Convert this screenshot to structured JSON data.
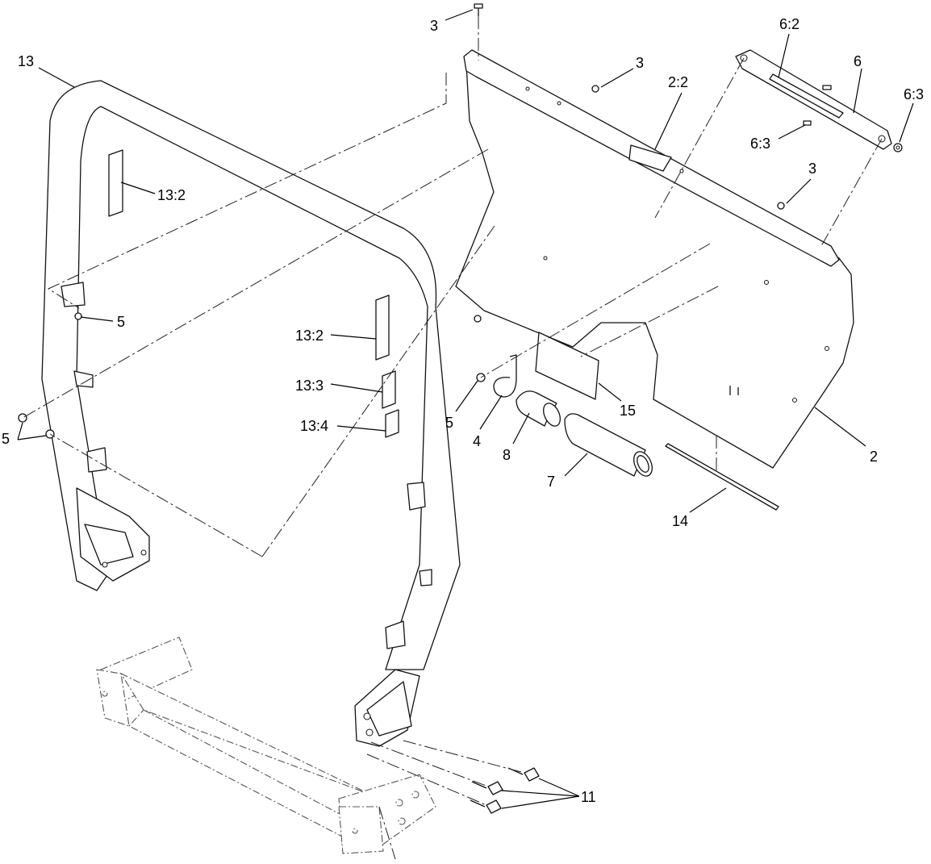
{
  "callouts": {
    "c3_top": "3",
    "c13": "13",
    "c3_mid": "3",
    "c2_2": "2:2",
    "c6_2": "6:2",
    "c6": "6",
    "c6_3_right": "6:3",
    "c6_3_left": "6:3",
    "c3_lower": "3",
    "c13_2_left": "13:2",
    "c5_left_upper": "5",
    "c13_2_mid": "13:2",
    "c13_3": "13:3",
    "c13_4": "13:4",
    "c5_center": "5",
    "c5_left_lower": "5",
    "c4": "4",
    "c8": "8",
    "c15": "15",
    "c2": "2",
    "c7": "7",
    "c14": "14",
    "c11": "11"
  }
}
